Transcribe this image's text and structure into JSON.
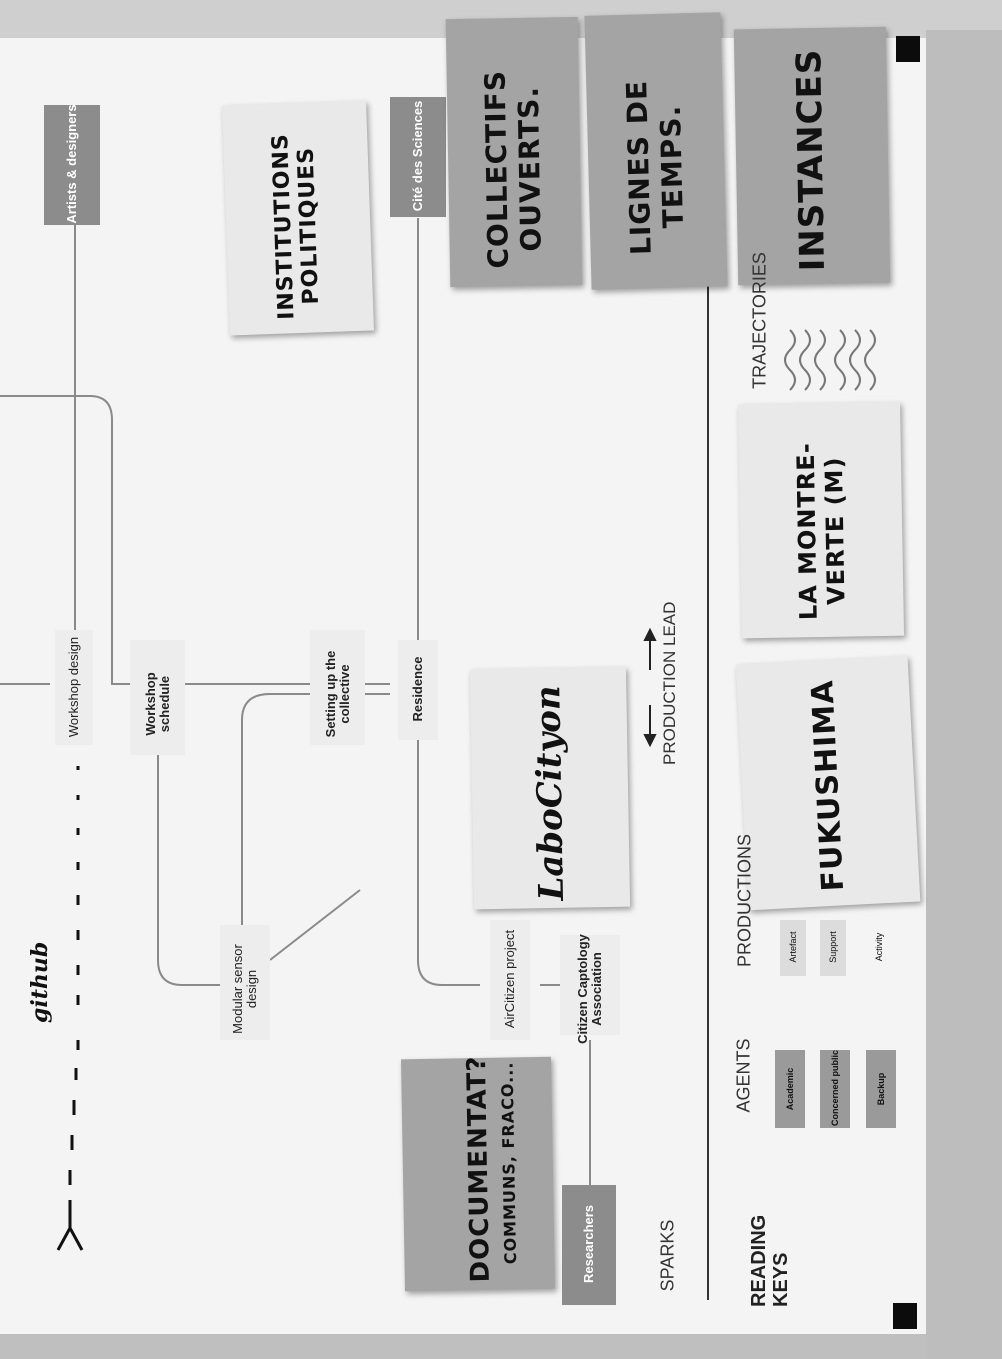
{
  "header_row": {
    "artists_designers": "Artists & designers",
    "cite_des_sciences": "Cité des Sciences"
  },
  "timeline": {
    "workshop_design": "Workshop design",
    "workshop_schedule": "Workshop schedule",
    "setting_up_collective": "Setting up the collective",
    "residence": "Residence",
    "modular_sensor_design": "Modular sensor design",
    "aircitizen_project": "AirCitizen project",
    "citizen_captology": "Citizen Captology Association",
    "researchers": "Researchers"
  },
  "stickies": {
    "collectifs": "COLLECTIFS OUVERTS.",
    "lignes": "LIGNES DE TEMPS.",
    "instances": "INSTANCES",
    "institutions": "INSTITUTIONS POLITIQUES",
    "labo": "LaboCityon",
    "montre": "LA MONTRE-VERTE (M)",
    "fukushima": "FUKUSHIMA",
    "documentat": "DOCUMENTAT?",
    "communs": "COMMUNS, FRACO..."
  },
  "handwriting": {
    "github": "github",
    "arrow": "<- - - - - - - - - - - - - - - -"
  },
  "legend": {
    "reading_keys": "READING KEYS",
    "sparks": "SPARKS",
    "agents": "AGENTS",
    "productions": "PRODUCTIONS",
    "trajectories": "TRAJECTORIES",
    "production_lead": "PRODUCTION LEAD",
    "academic": "Academic",
    "concerned_public": "Concerned public",
    "backup": "Backup",
    "artefact": "Artefact",
    "support": "Support",
    "activity": "Activity"
  }
}
